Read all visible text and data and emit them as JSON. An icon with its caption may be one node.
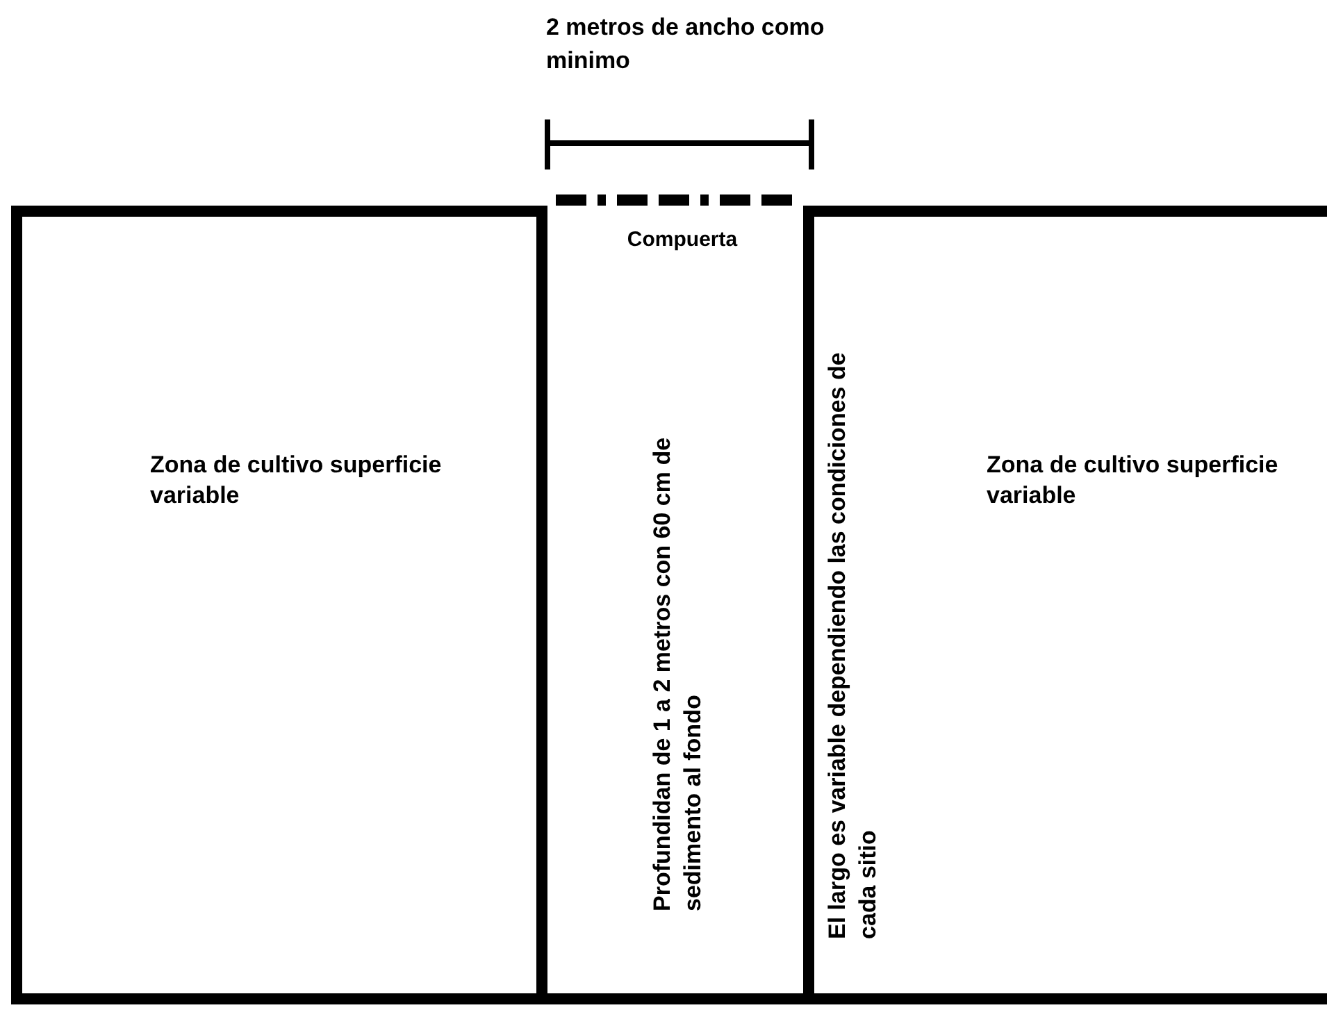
{
  "diagram": {
    "nodes": [
      {
        "text": [
          "Zona de cultivo superficie variable"
        ]
      },
      {
        "text": [
          "Compuerta",
          "Profundidan de 1 a 2 metros con 60 cm de sedimento al fondo"
        ]
      },
      {
        "text": [
          "El largo es variable dependiendo las condiciones de cada sitio",
          "Zona de cultivo superficie variable"
        ]
      }
    ],
    "labels": [
      "2 metros de ancho como minimo"
    ]
  }
}
